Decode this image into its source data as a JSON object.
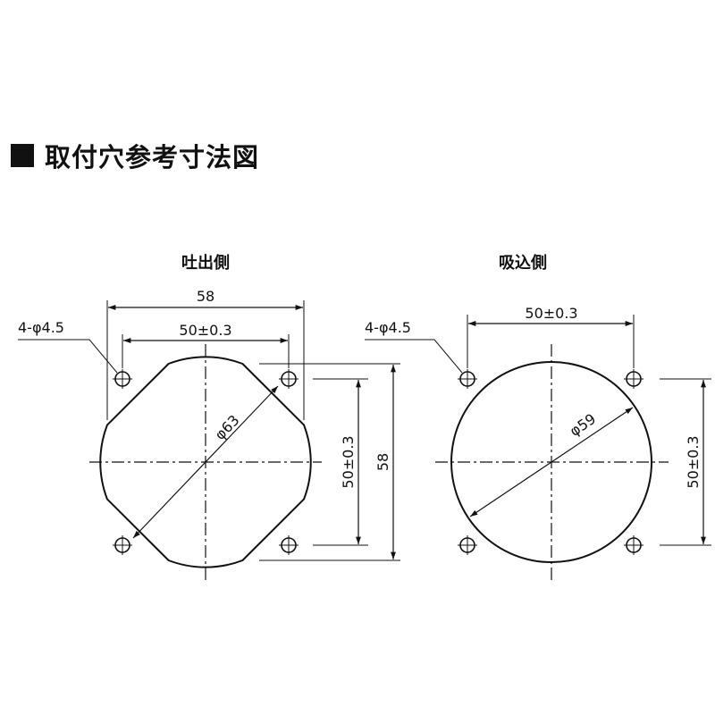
{
  "title": "取付穴参考寸法図",
  "discharge": {
    "heading": "吐出側",
    "hole_label": "4-φ4.5",
    "width_overall": "58",
    "hole_pitch_h": "50±0.3",
    "diameter": "φ63",
    "hole_pitch_v": "50±0.3",
    "height_overall": "58"
  },
  "suction": {
    "heading": "吸込側",
    "hole_label": "4-φ4.5",
    "hole_pitch_h": "50±0.3",
    "diameter": "φ59",
    "hole_pitch_v": "50±0.3"
  }
}
